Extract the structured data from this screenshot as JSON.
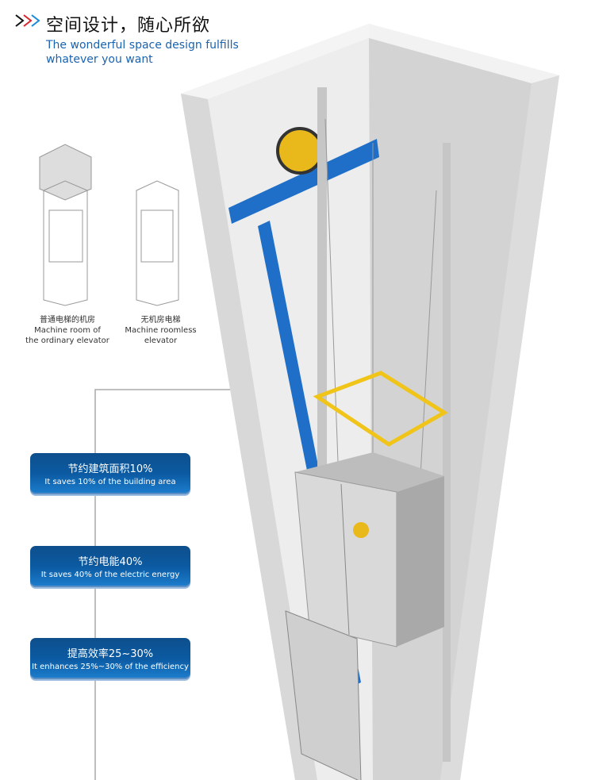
{
  "header": {
    "title_zh": "空间设计，随心所欲",
    "title_en_line1": "The wonderful space design fulfills",
    "title_en_line2": "whatever you want",
    "chevron_colors": [
      "#111111",
      "#d7262e",
      "#1a8ad6"
    ]
  },
  "comparison": [
    {
      "zh": "普通电梯的机房",
      "en_line1": "Machine room of",
      "en_line2": "the ordinary elevator"
    },
    {
      "zh": "无机房电梯",
      "en_line1": "Machine roomless elevator",
      "en_line2": ""
    }
  ],
  "benefits": [
    {
      "zh": "节约建筑面积10%",
      "en": "It saves 10% of the building area"
    },
    {
      "zh": "节约电能40%",
      "en": "It saves 40% of the electric energy"
    },
    {
      "zh": "提高效率25~30%",
      "en": "It enhances 25%~30% of the efficiency"
    }
  ],
  "colors": {
    "accent_blue": "#1a63b0",
    "box_blue": "#0b5aa2",
    "beam_blue": "#1f6fc8",
    "railing_yellow": "#f0c419"
  }
}
